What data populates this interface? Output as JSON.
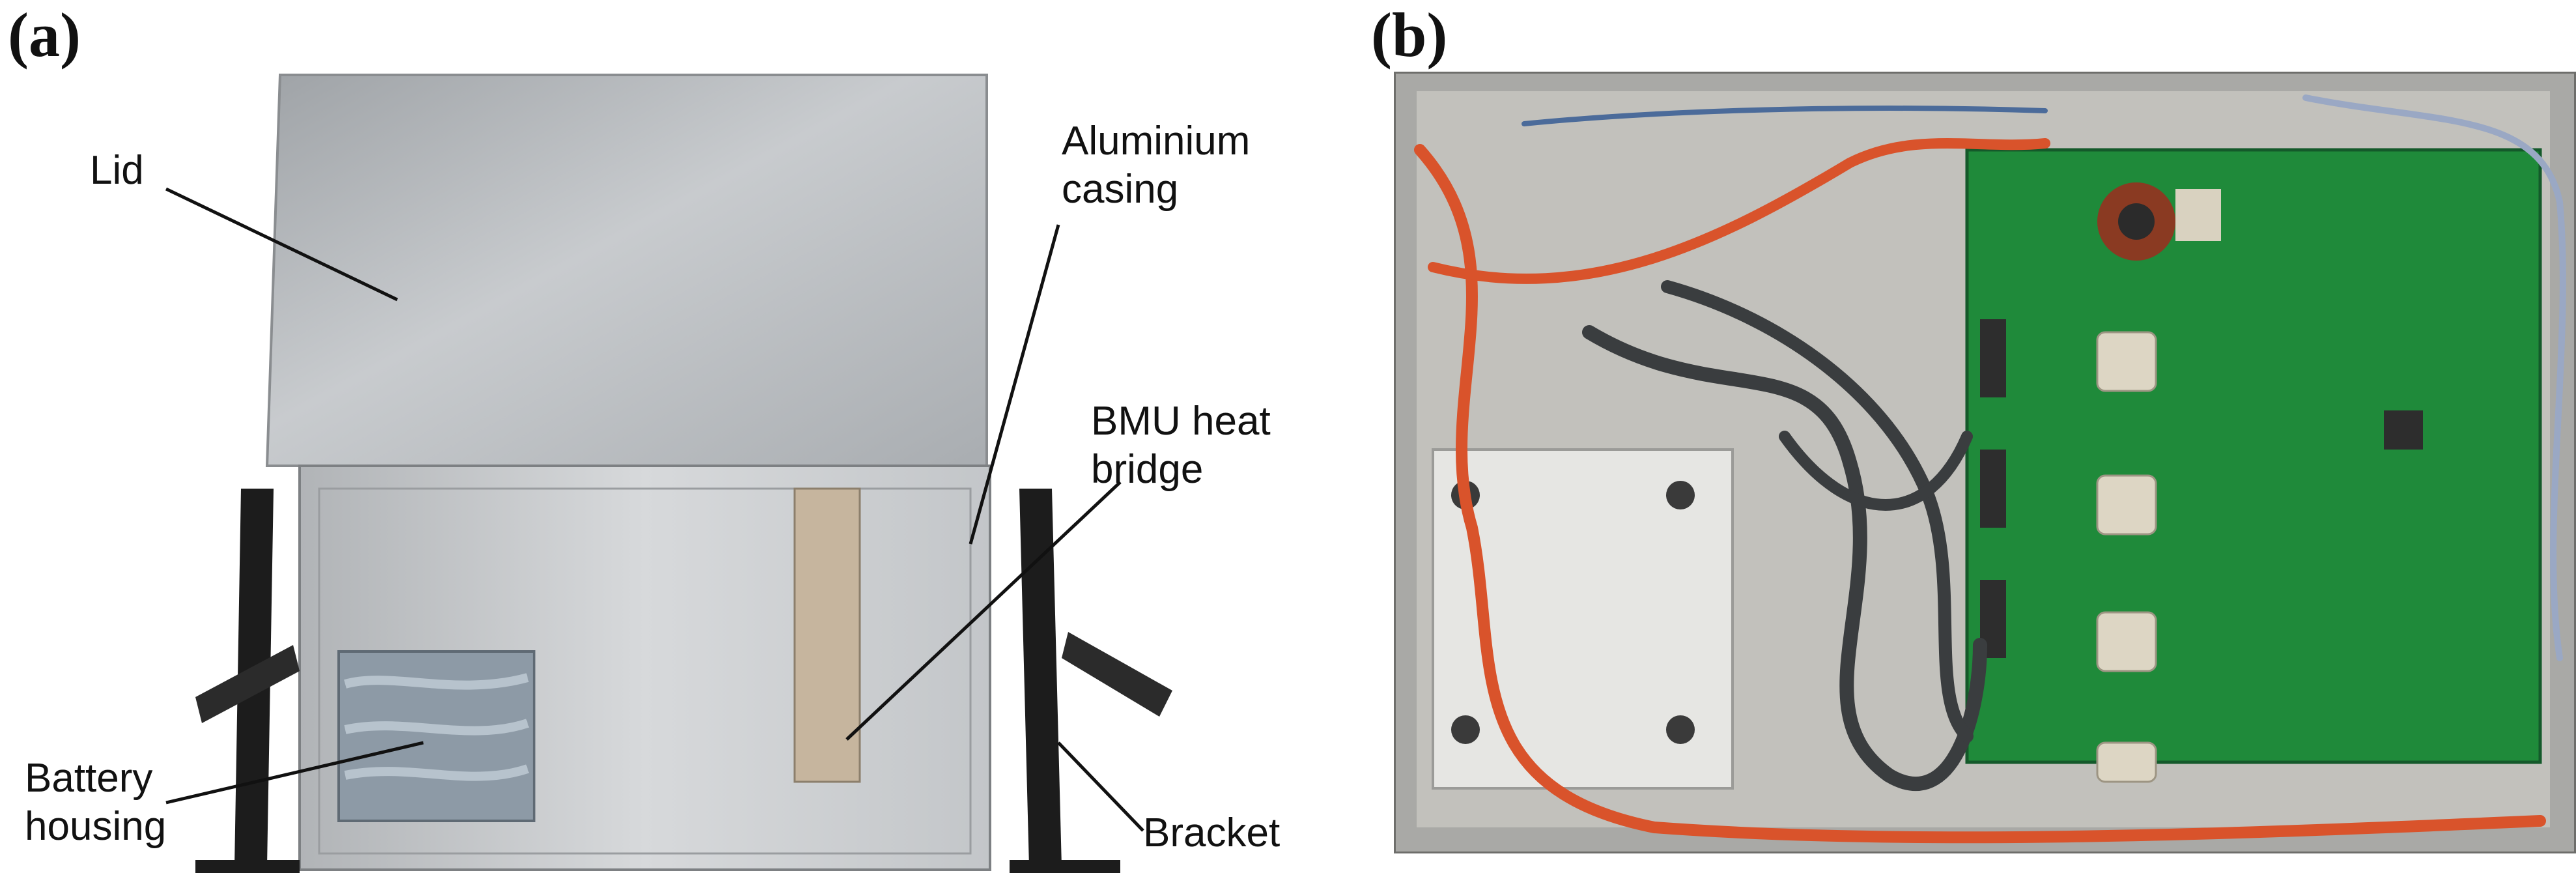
{
  "panels": [
    {
      "letter": "(a)",
      "labels": {
        "lid": "Lid",
        "casing": [
          "Aluminium",
          "casing"
        ],
        "bmu": [
          "BMU heat",
          "bridge"
        ],
        "battery": [
          "Battery",
          "housing"
        ],
        "bracket": "Bracket"
      }
    },
    {
      "letter": "(b)"
    }
  ],
  "colors": {
    "aluminium": "#b9bcbf",
    "bracket": "#1c1c1c",
    "pcb": "#1f8a3a",
    "cable_orange": "#d9532b",
    "cable_grey": "#3a3d3f",
    "background": "#ffffff"
  }
}
